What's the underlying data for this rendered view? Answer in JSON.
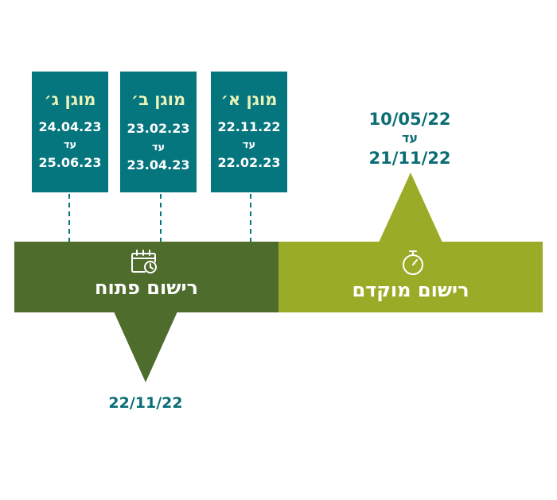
{
  "phases": [
    {
      "id": "early",
      "label": "רישום מוקדם",
      "icon": "stopwatch-icon",
      "color": "#9aac27",
      "date_from": "10/05/22",
      "date_joiner": "עד",
      "date_to": "21/11/22"
    },
    {
      "id": "open",
      "label": "רישום פתוח",
      "icon": "calendar-clock-icon",
      "color": "#4e6c2c",
      "date": "22/11/22"
    }
  ],
  "cohorts": [
    {
      "title": "מוגן א׳",
      "from": "22.11.22",
      "joiner": "עד",
      "to": "22.02.23"
    },
    {
      "title": "מוגן ב׳",
      "from": "23.02.23",
      "joiner": "עד",
      "to": "23.04.23"
    },
    {
      "title": "מוגן ג׳",
      "from": "24.04.23",
      "joiner": "עד",
      "to": "25.06.23"
    }
  ],
  "colors": {
    "cohort_box": "#05757e",
    "cohort_title": "#e9f3b8",
    "date_text": "#0b6d76",
    "connector": "#05757e"
  }
}
